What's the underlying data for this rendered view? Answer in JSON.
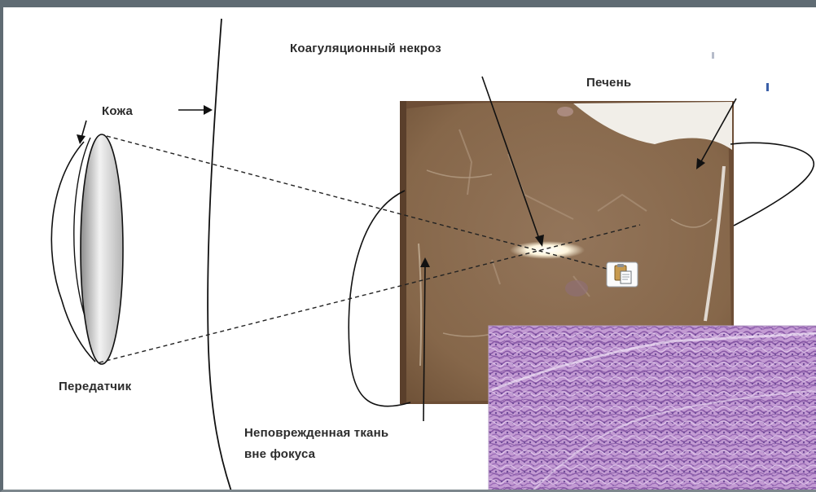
{
  "labels": {
    "necrosis": "Коагуляционный некроз",
    "liver": "Печень",
    "skin": "Кожа",
    "transducer": "Передатчик",
    "tissue_line1": "Неповрежденная ткань",
    "tissue_line2": "вне фокуса"
  },
  "colors": {
    "frame": "#5f6b73",
    "liver_tissue": "#8a6a4c",
    "histology_stain": "#b88ccc",
    "necrosis_spot": "#fffbe8"
  },
  "icons": [
    "paste-options-icon"
  ]
}
